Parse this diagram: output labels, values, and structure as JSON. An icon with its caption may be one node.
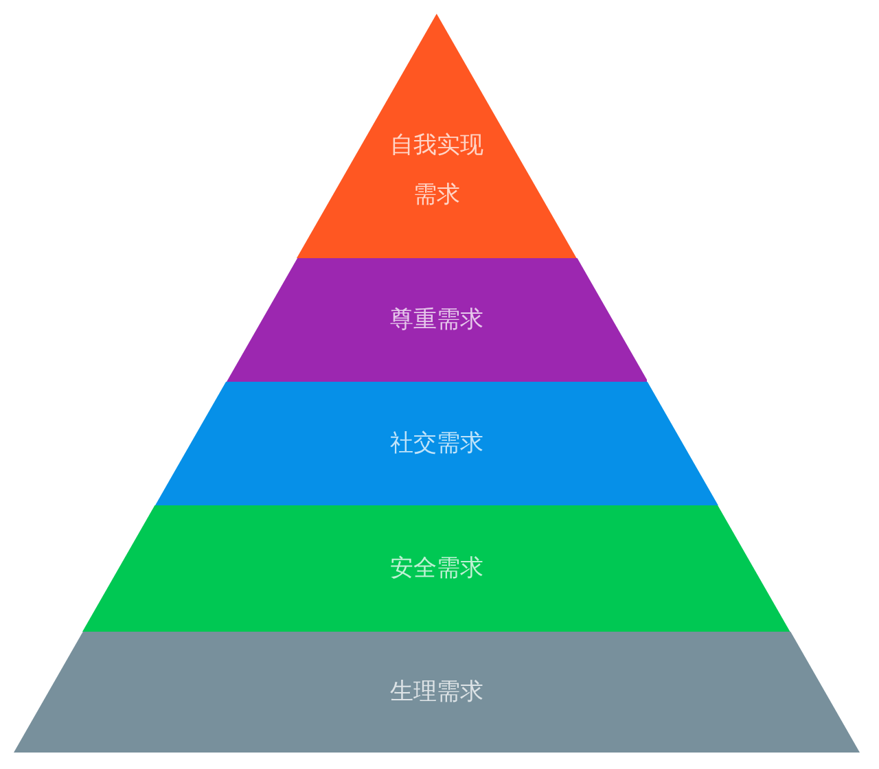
{
  "diagram": {
    "nodes": [
      {
        "text": [
          "自我实现需求"
        ]
      },
      {
        "text": [
          "尊重需求"
        ]
      },
      {
        "text": [
          "社交需求"
        ]
      },
      {
        "text": [
          "安全需求"
        ]
      },
      {
        "text": [
          "生理需求"
        ]
      }
    ]
  }
}
